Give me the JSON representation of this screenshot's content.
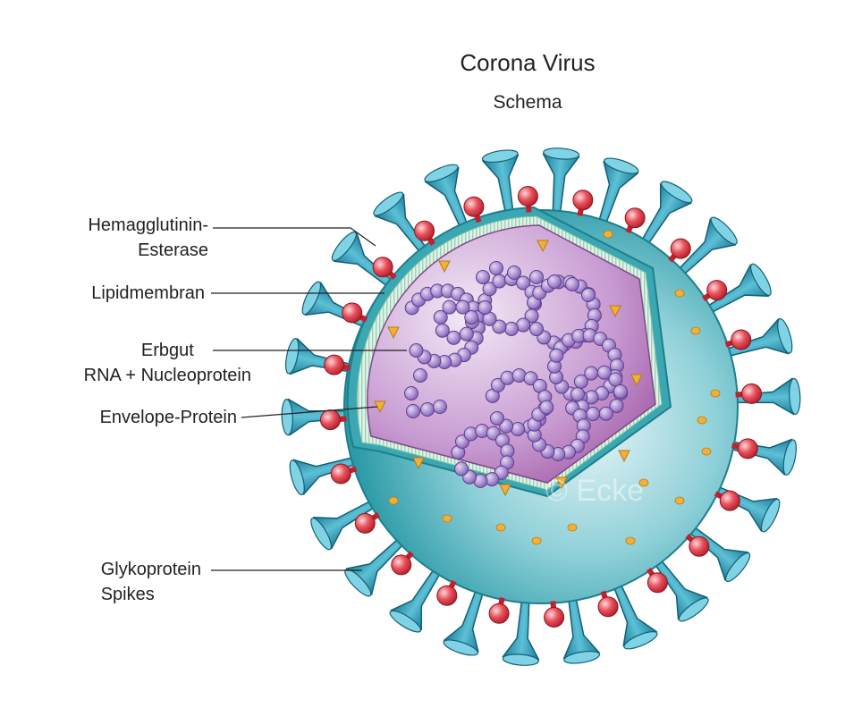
{
  "title": "Corona Virus",
  "subtitle": "Schema",
  "labels": {
    "hemagglutinin": {
      "line1": "Hemagglutinin-",
      "line2": "Esterase"
    },
    "lipid": {
      "line1": "Lipidmembran"
    },
    "erbgut": {
      "line1": "Erbgut",
      "line2": "RNA + Nucleoprotein"
    },
    "envelope": {
      "line1": "Envelope-Protein"
    },
    "spikes": {
      "line1": "Glykoprotein",
      "line2": "Spikes"
    }
  },
  "watermark": "© Ecke",
  "colors": {
    "membrane": "#2fa3ad",
    "membrane_light": "#bfe3e7",
    "spike": "#2a98b5",
    "he_protein": "#d8323f",
    "rna": "#9b77c9",
    "envelope": "#f2b134",
    "core": "#c9a6d3"
  }
}
